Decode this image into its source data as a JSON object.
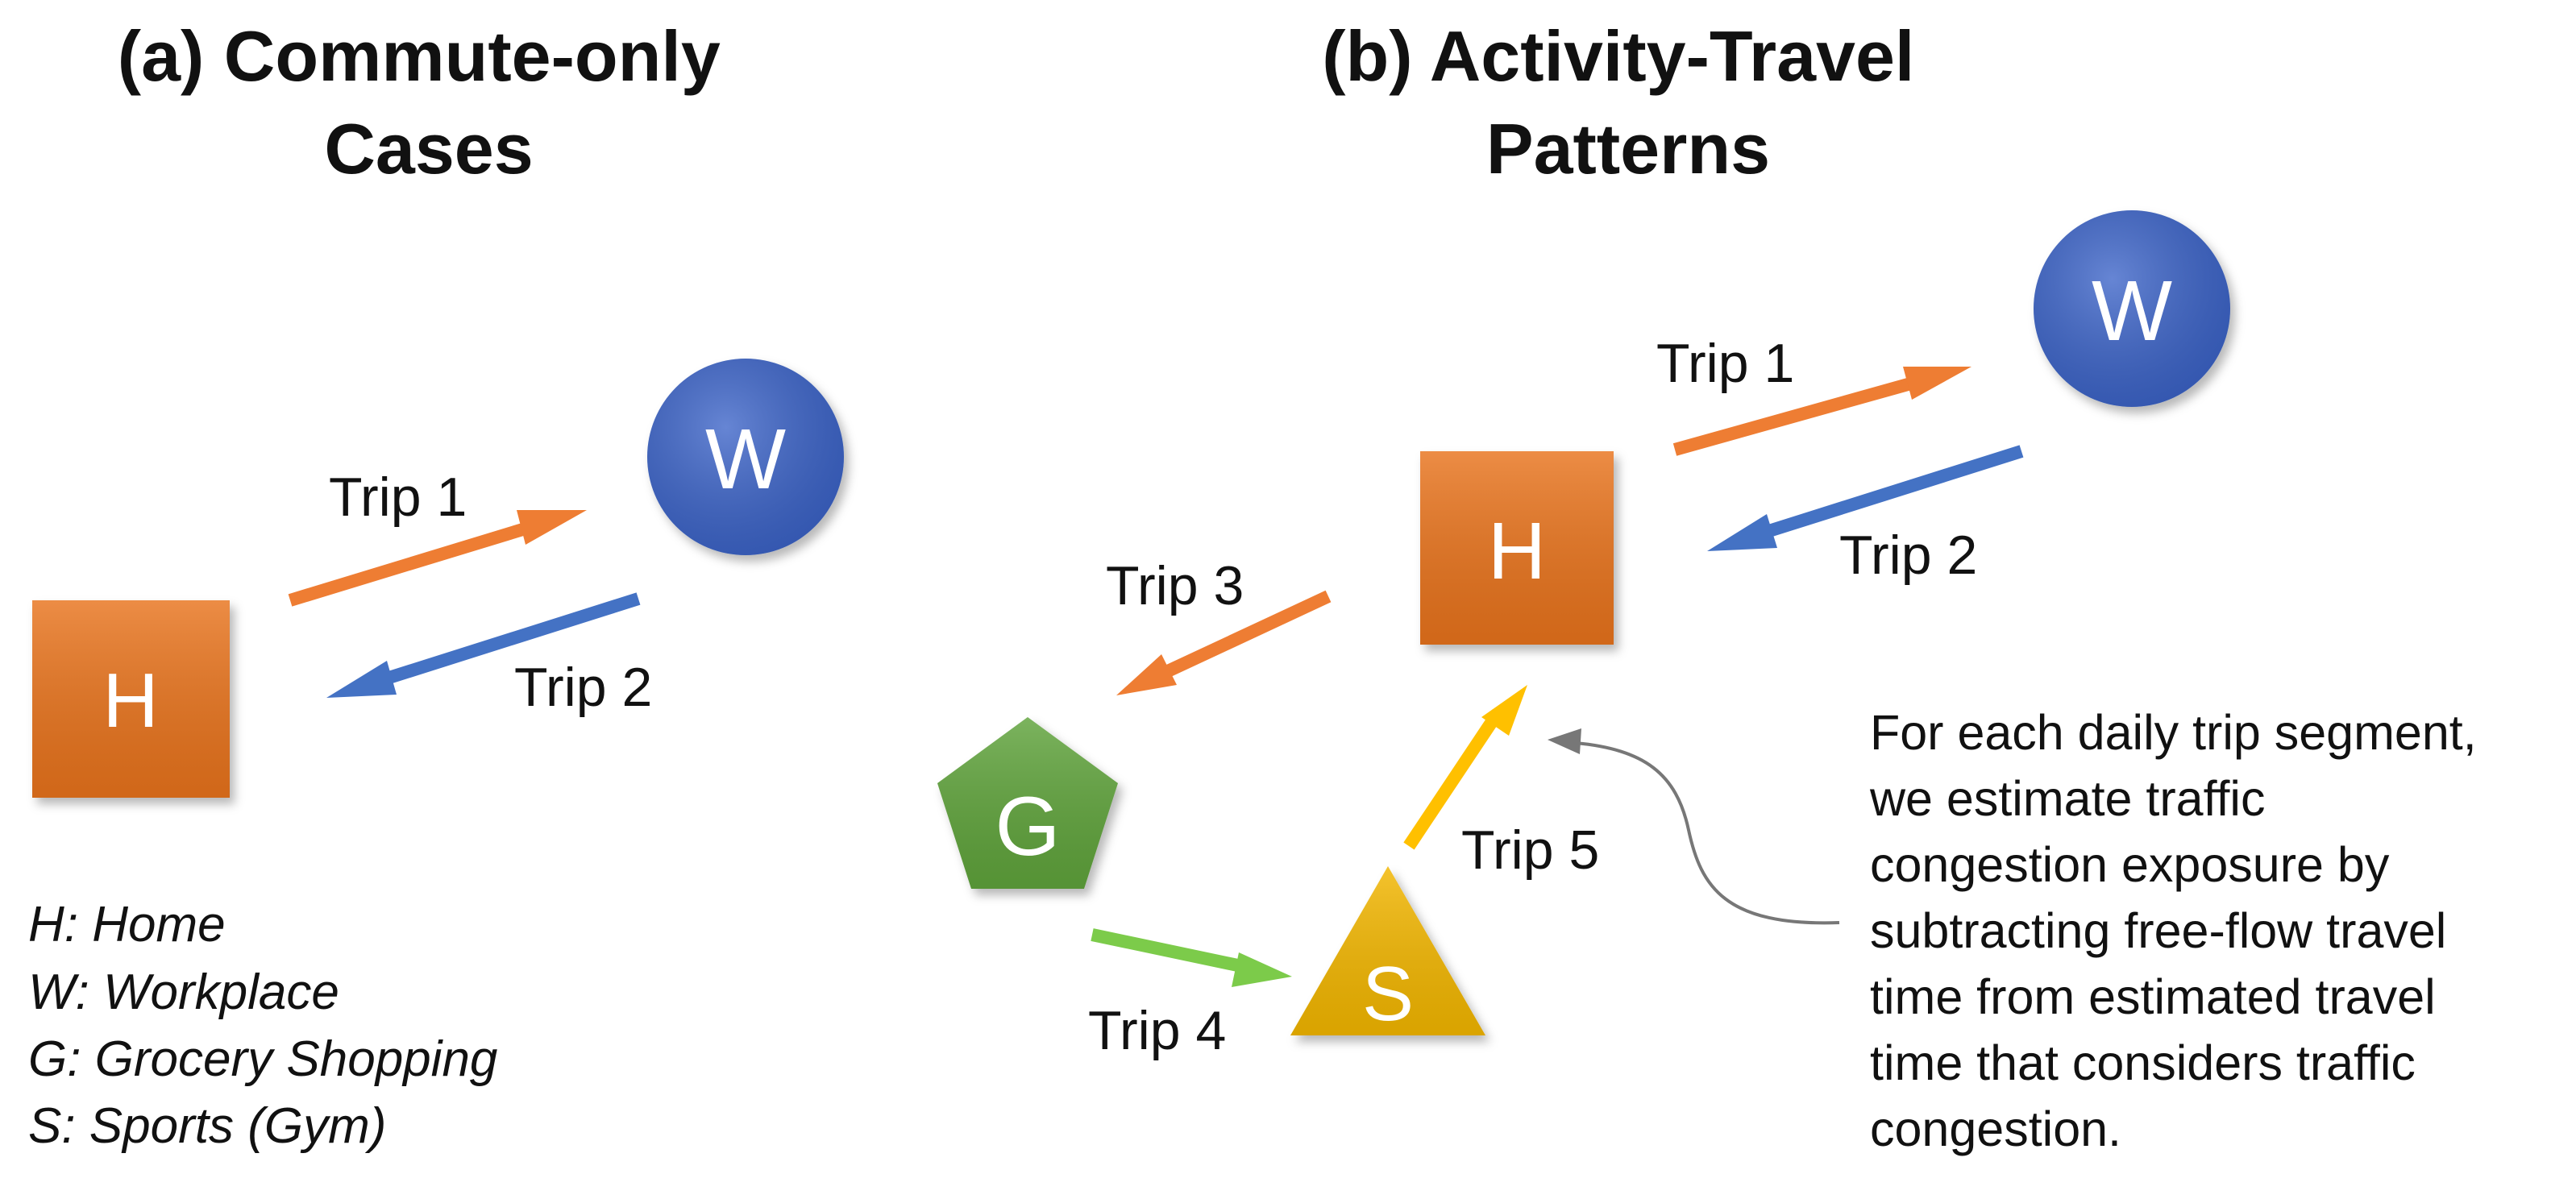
{
  "panel_a": {
    "title_lines": [
      "(a) Commute-only",
      "Cases"
    ],
    "nodes": {
      "home": {
        "letter": "H",
        "color": "#E8731E"
      },
      "work": {
        "letter": "W",
        "color": "#3A64C8"
      }
    },
    "trips": [
      {
        "label": "Trip 1",
        "color": "#EE7D33"
      },
      {
        "label": "Trip 2",
        "color": "#4472C4"
      }
    ]
  },
  "panel_b": {
    "title_lines": [
      "(b) Activity-Travel",
      "Patterns"
    ],
    "nodes": {
      "home": {
        "letter": "H",
        "color": "#E8731E"
      },
      "work": {
        "letter": "W",
        "color": "#3A64C8"
      },
      "grocery": {
        "letter": "G",
        "color": "#5FA33A"
      },
      "sports": {
        "letter": "S",
        "color": "#F2B600"
      }
    },
    "trips": [
      {
        "label": "Trip 1",
        "color": "#EE7D33"
      },
      {
        "label": "Trip 2",
        "color": "#4472C4"
      },
      {
        "label": "Trip 3",
        "color": "#EE7D33"
      },
      {
        "label": "Trip 4",
        "color": "#7CCB4A"
      },
      {
        "label": "Trip 5",
        "color": "#FFC000"
      }
    ],
    "note_lines": [
      "For each daily trip segment,",
      "we estimate traffic",
      "congestion exposure by",
      "subtracting free-flow travel",
      "time from estimated travel",
      "time that considers traffic",
      "congestion."
    ]
  },
  "legend": [
    "H: Home",
    "W: Workplace",
    "G: Grocery Shopping",
    "S: Sports (Gym)"
  ]
}
